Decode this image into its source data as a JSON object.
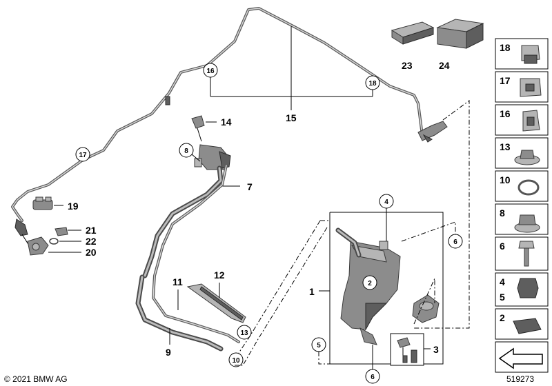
{
  "copyright": "© 2021 BMW AG",
  "diagram_number": "519273",
  "callouts": {
    "p1": "1",
    "p2": "2",
    "p3": "3",
    "p4": "4",
    "p5": "5",
    "p6a": "6",
    "p6b": "6",
    "p7": "7",
    "p8": "8",
    "p9": "9",
    "p10": "10",
    "p11": "11",
    "p12": "12",
    "p13": "13",
    "p14": "14",
    "p15": "15",
    "p16": "16",
    "p17": "17",
    "p18": "18",
    "p19": "19",
    "p20": "20",
    "p21": "21",
    "p22": "22",
    "p23": "23",
    "p24": "24"
  },
  "side_panel": [
    {
      "id": "18",
      "label": "18"
    },
    {
      "id": "17",
      "label": "17"
    },
    {
      "id": "16",
      "label": "16"
    },
    {
      "id": "13",
      "label": "13"
    },
    {
      "id": "10",
      "label": "10"
    },
    {
      "id": "8",
      "label": "8"
    },
    {
      "id": "6",
      "label": "6"
    },
    {
      "id": "4",
      "label": "4"
    },
    {
      "id": "5",
      "label": "5"
    },
    {
      "id": "2",
      "label": "2"
    }
  ]
}
